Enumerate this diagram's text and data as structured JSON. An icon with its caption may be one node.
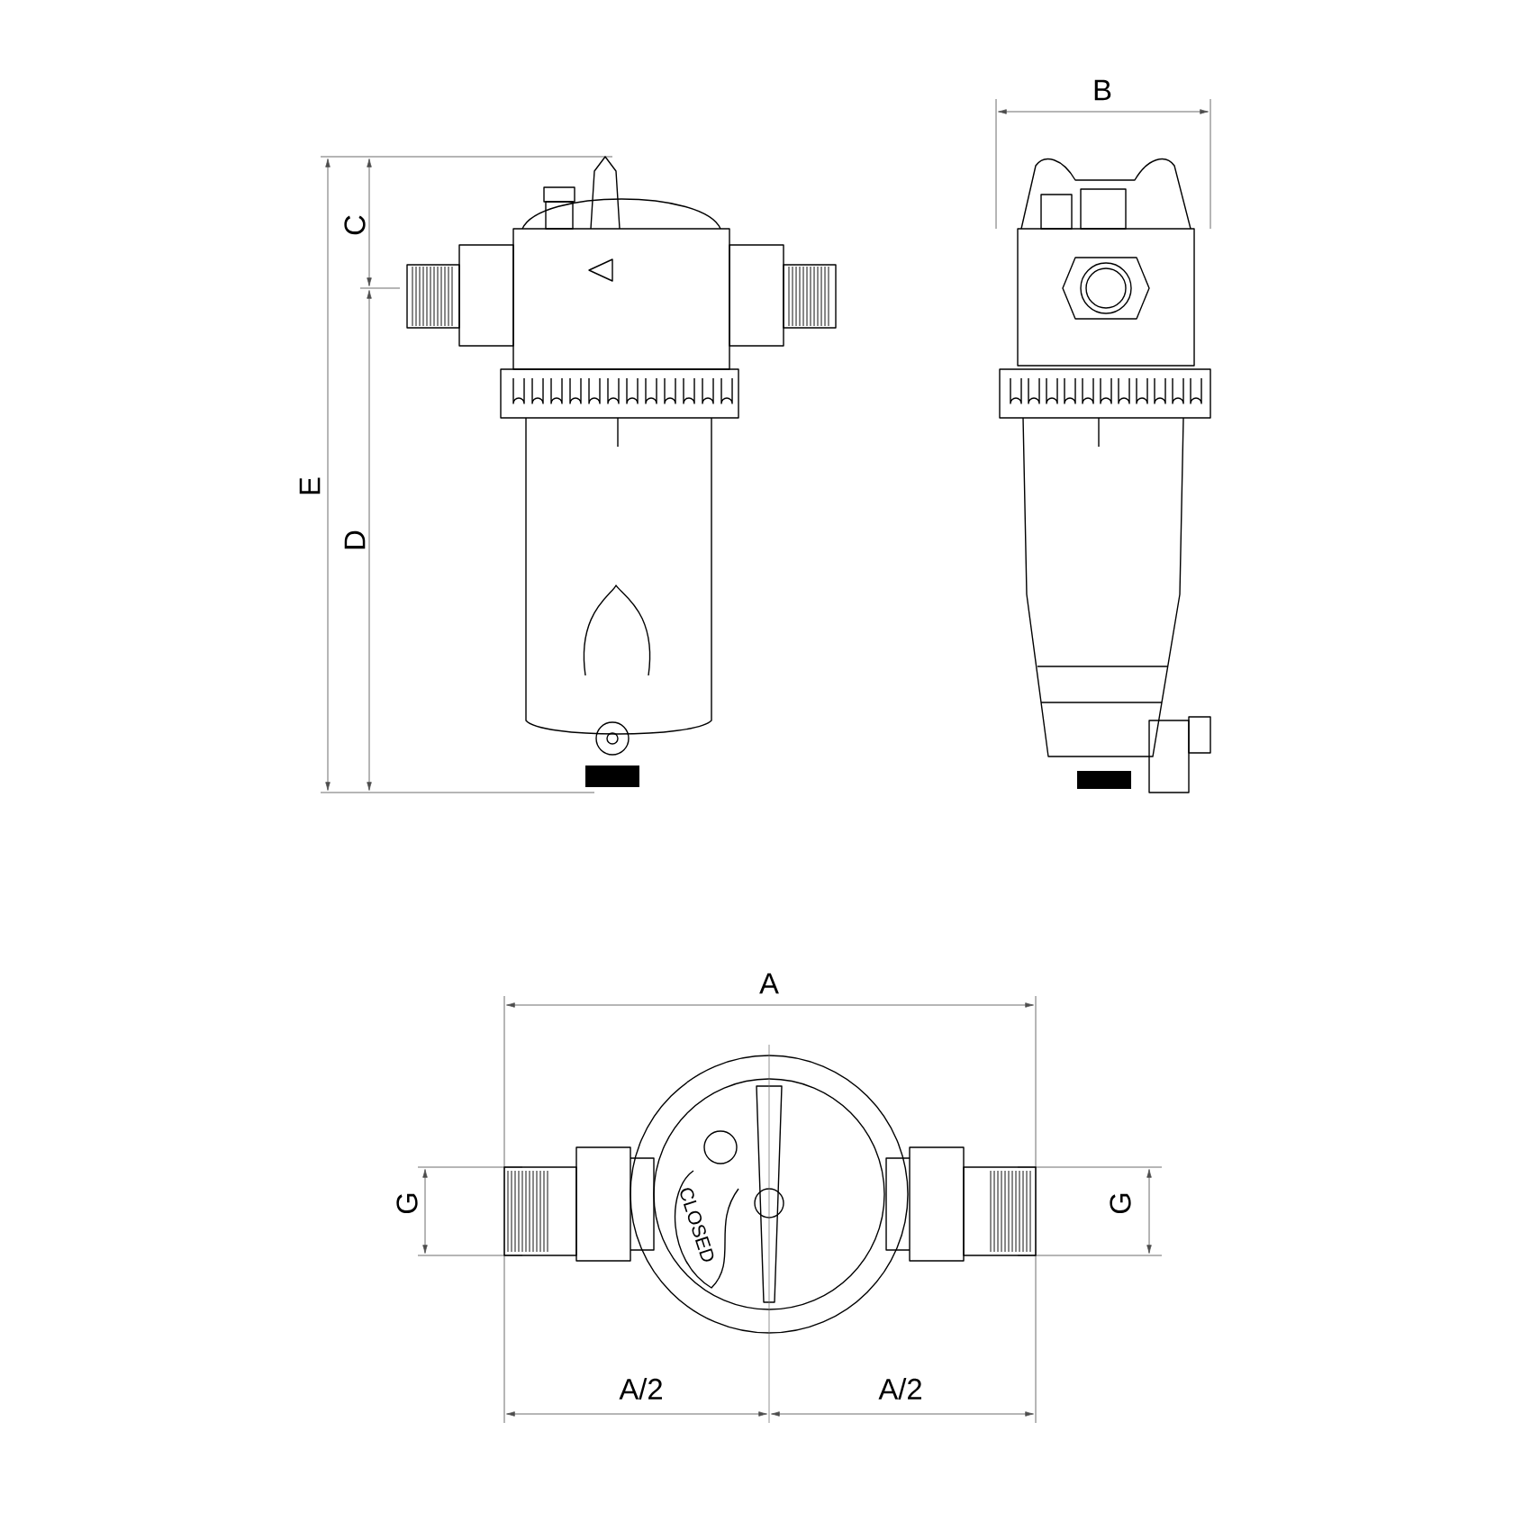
{
  "diagram": {
    "labels": [
      "B",
      "C",
      "E",
      "D",
      "A",
      "G",
      "G",
      "CLOSED",
      "A/2",
      "A/2"
    ]
  }
}
